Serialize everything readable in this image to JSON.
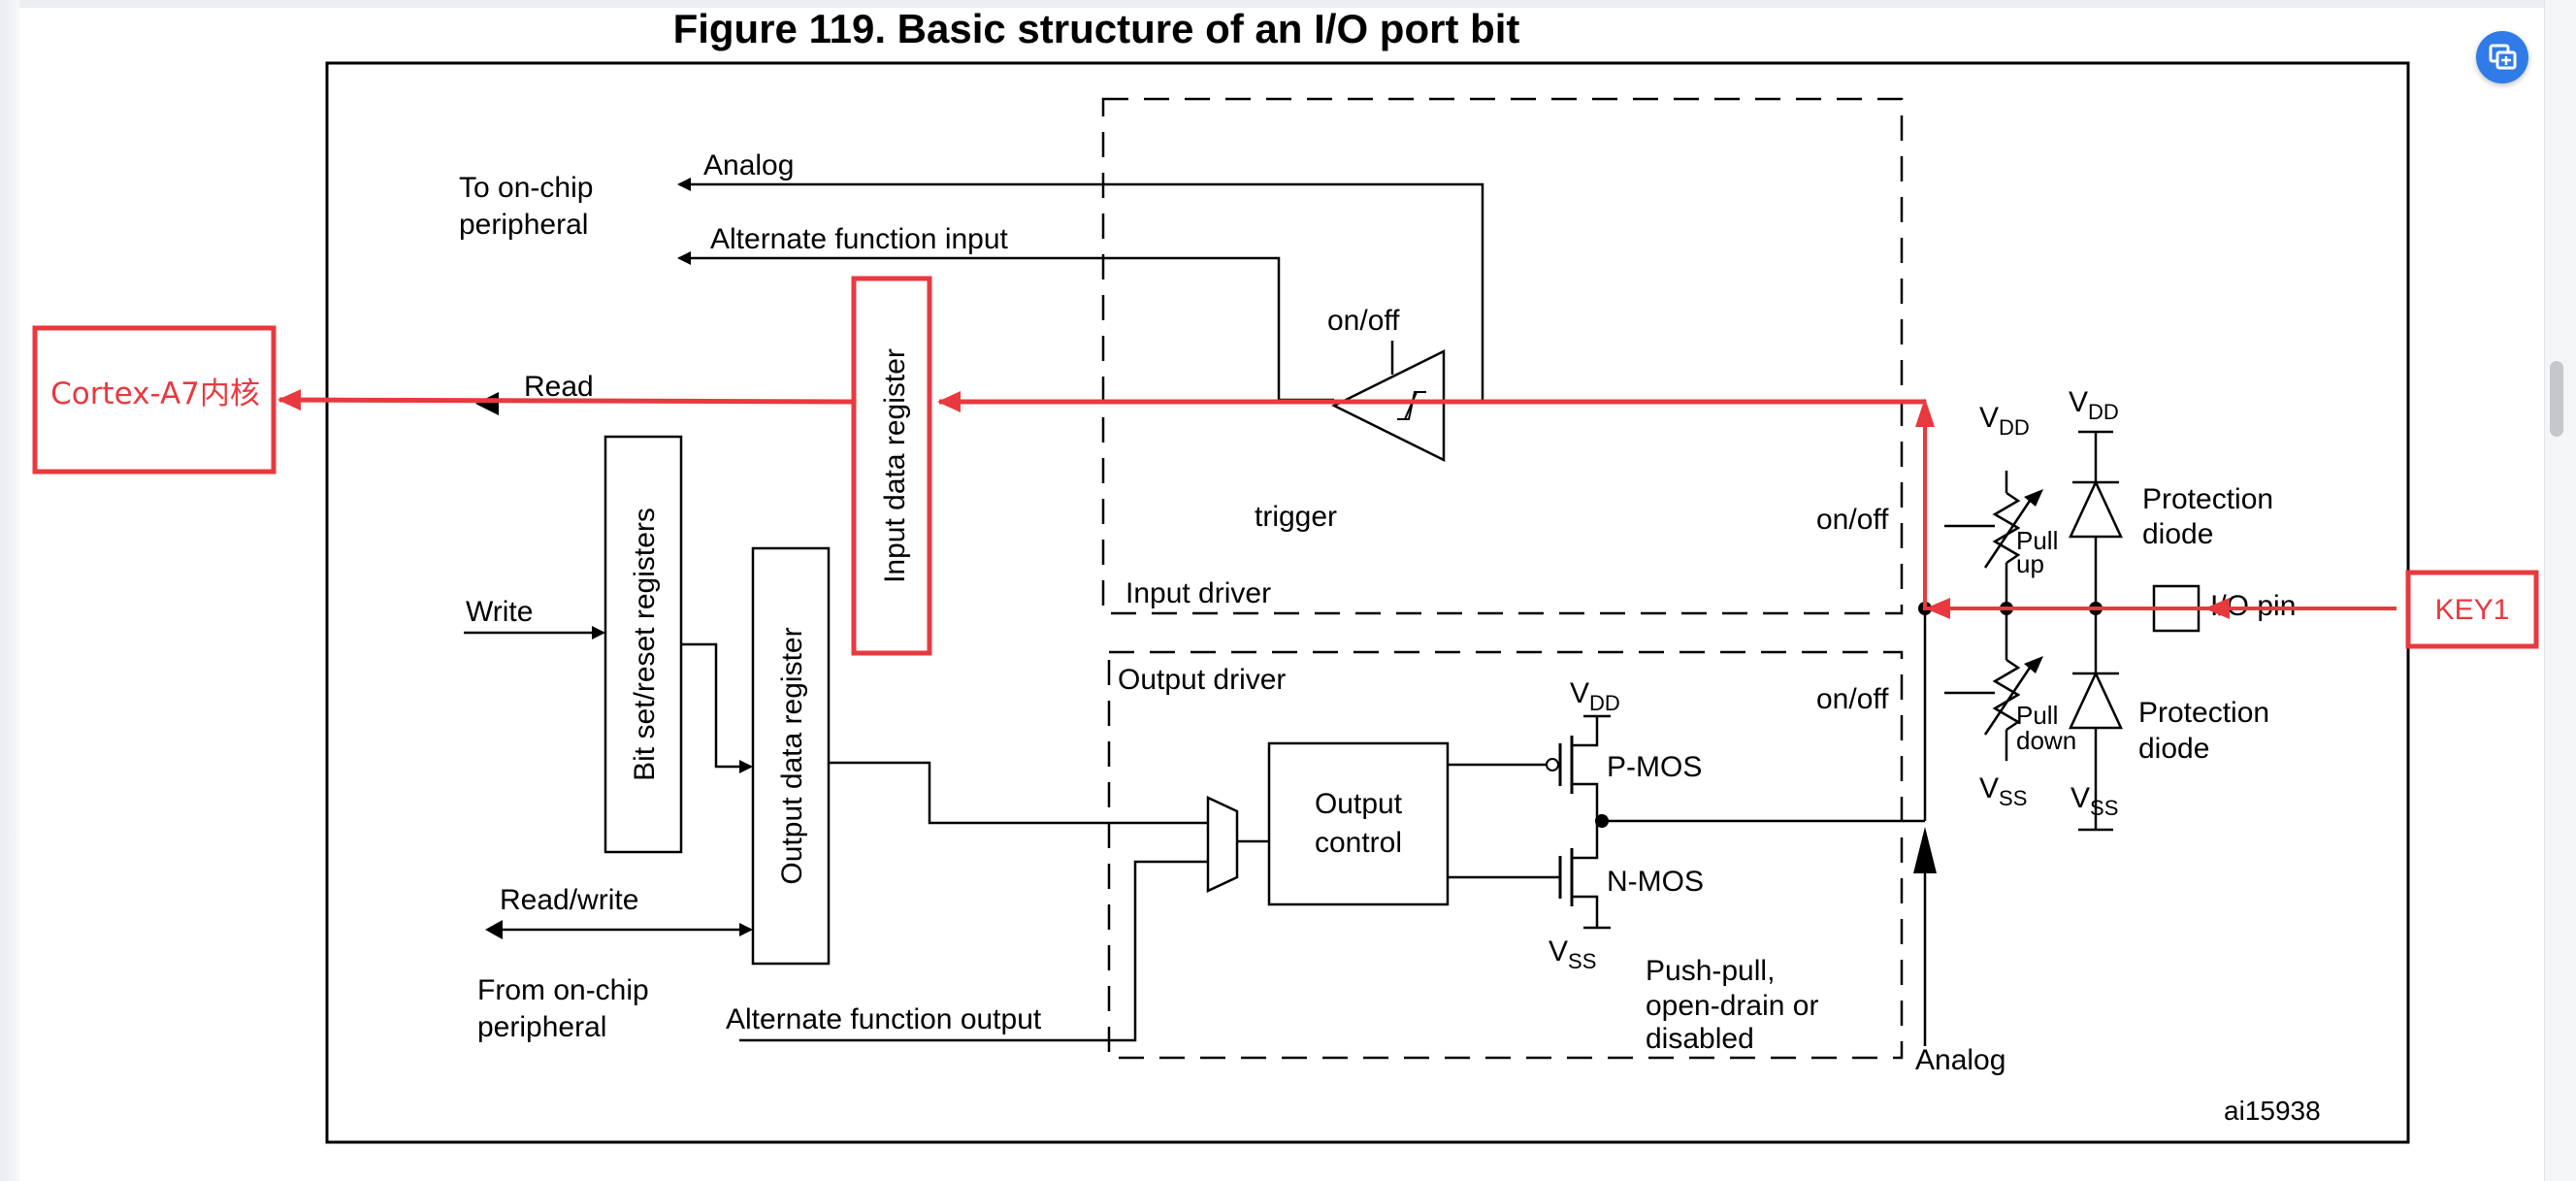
{
  "figure": {
    "title": "Figure 119. Basic structure of an I/O port bit",
    "ref_id": "ai15938"
  },
  "labels": {
    "analog_top": "Analog",
    "to_onchip_1": "To on-chip",
    "to_onchip_2": "peripheral",
    "alt_func_input": "Alternate function input",
    "onoff_trigger": "on/off",
    "read": "Read",
    "trigger": "trigger",
    "input_driver": "Input driver",
    "write": "Write",
    "output_driver": "Output driver",
    "read_write": "Read/write",
    "from_onchip_1": "From on-chip",
    "from_onchip_2": "peripheral",
    "alt_func_output": "Alternate function output",
    "output_control_1": "Output",
    "output_control_2": "control",
    "pmos": "P-MOS",
    "nmos": "N-MOS",
    "push_pull_1": "Push-pull,",
    "push_pull_2": "open-drain or",
    "push_pull_3": "disabled",
    "analog_bottom": "Analog",
    "onoff_pullup": "on/off",
    "onoff_pulldown": "on/off",
    "pull_up_1": "Pull",
    "pull_up_2": "up",
    "pull_down_1": "Pull",
    "pull_down_2": "down",
    "protection_1": "Protection",
    "protection_2": "diode",
    "protection_3": "Protection",
    "protection_4": "diode",
    "io_pin": "I/O pin",
    "v": "V",
    "dd": "DD",
    "ss": "SS"
  },
  "blocks": {
    "input_data_register": "Input data register",
    "bit_set_reset": "Bit set/reset registers",
    "output_data_register": "Output data register"
  },
  "annotations": {
    "cortex": "Cortex-A7内核",
    "key1": "KEY1",
    "accent_color": "#e8393f"
  }
}
